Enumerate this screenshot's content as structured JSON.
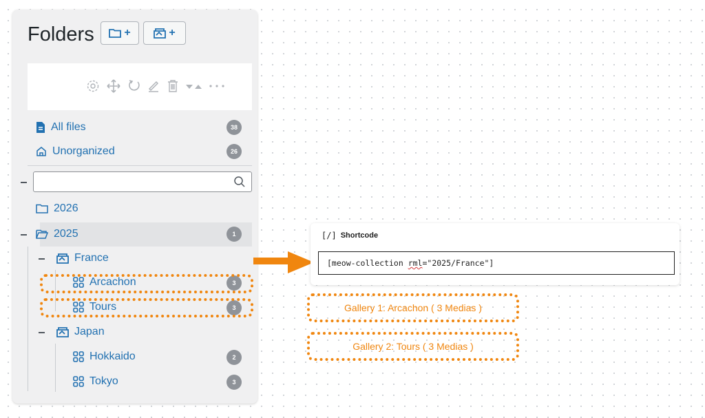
{
  "panel": {
    "title": "Folders",
    "add_folder_label": "+",
    "add_collection_label": "+",
    "nav": [
      {
        "label": "All files",
        "count": "38",
        "icon": "file-icon"
      },
      {
        "label": "Unorganized",
        "count": "26",
        "icon": "home-icon"
      }
    ],
    "search": {
      "placeholder": "",
      "collapse_label": "−"
    },
    "tree": [
      {
        "label": "2026",
        "type": "folder",
        "expanded": false
      },
      {
        "label": "2025",
        "type": "folder",
        "expanded": true,
        "count": "1",
        "selected": true
      },
      {
        "label": "France",
        "type": "collection",
        "expanded": true
      },
      {
        "label": "Arcachon",
        "type": "gallery",
        "count": "3",
        "highlighted": true
      },
      {
        "label": "Tours",
        "type": "gallery",
        "count": "3",
        "highlighted": true
      },
      {
        "label": "Japan",
        "type": "collection",
        "expanded": true
      },
      {
        "label": "Hokkaido",
        "type": "gallery",
        "count": "2"
      },
      {
        "label": "Tokyo",
        "type": "gallery",
        "count": "3"
      }
    ],
    "toolbar_icons": [
      "gear-icon",
      "move-icon",
      "refresh-icon",
      "edit-icon",
      "trash-icon",
      "sort-icon",
      "more-icon"
    ]
  },
  "shortcode": {
    "icon_label": "[/]",
    "title": "Shortcode",
    "code_prefix": "[meow-collection ",
    "code_attr": "rml",
    "code_suffix": "=\"2025/France\"]"
  },
  "galleries": [
    "Gallery 1: Arcachon ( 3 Medias )",
    "Gallery 2: Tours ( 3 Medias )"
  ],
  "colors": {
    "accent": "#2271b1",
    "highlight": "#f0860f",
    "badge": "#8f9399",
    "panel_bg": "#f0f0f1"
  }
}
